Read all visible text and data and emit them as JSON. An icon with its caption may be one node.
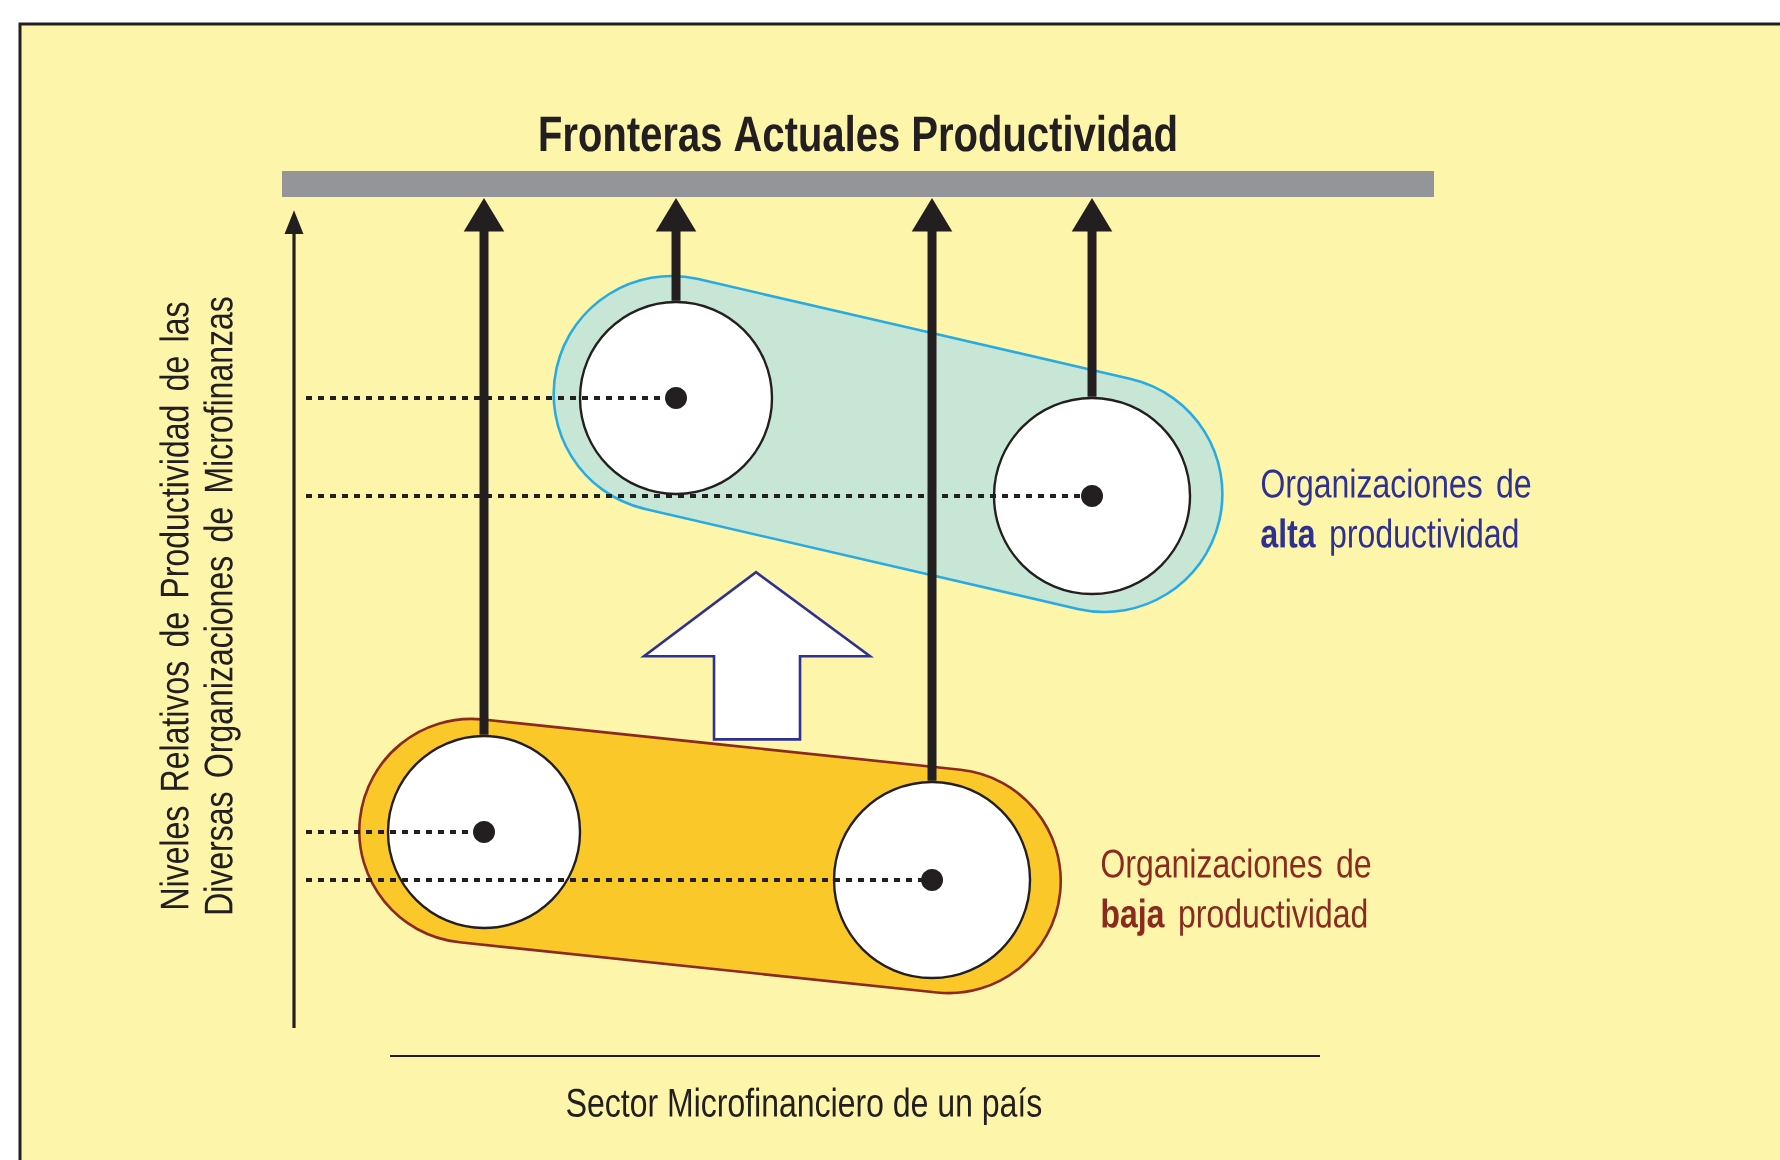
{
  "diagram": {
    "nodes": [
      {
        "text": [
          "Fronteras Actuales Productividad"
        ]
      },
      {
        "text": [],
        "shape": "band",
        "beside": [
          "Organizaciones de **alta** productividad"
        ]
      },
      {
        "text": [],
        "shape": "circle",
        "in": 1
      },
      {
        "text": [],
        "shape": "circle",
        "in": 1
      },
      {
        "text": [],
        "shape": "band",
        "beside": [
          "Organizaciones de **baja** productividad"
        ]
      },
      {
        "text": [],
        "shape": "circle",
        "in": 4
      },
      {
        "text": [],
        "shape": "circle",
        "in": 4
      }
    ],
    "edges": [
      {
        "from": 5,
        "to": 0,
        "arrow": "to"
      },
      {
        "from": 2,
        "to": 0,
        "arrow": "to"
      },
      {
        "from": 6,
        "to": 0,
        "arrow": "to"
      },
      {
        "from": 3,
        "to": 0,
        "arrow": "to"
      },
      {
        "from": 4,
        "to": 1,
        "arrow": "to",
        "color": "#2e3192"
      }
    ],
    "labels": [
      "Niveles Relativos de Productividad de las Diversas Organizaciones de Microfinanzas",
      "Sector Microfinanciero de un país"
    ]
  }
}
